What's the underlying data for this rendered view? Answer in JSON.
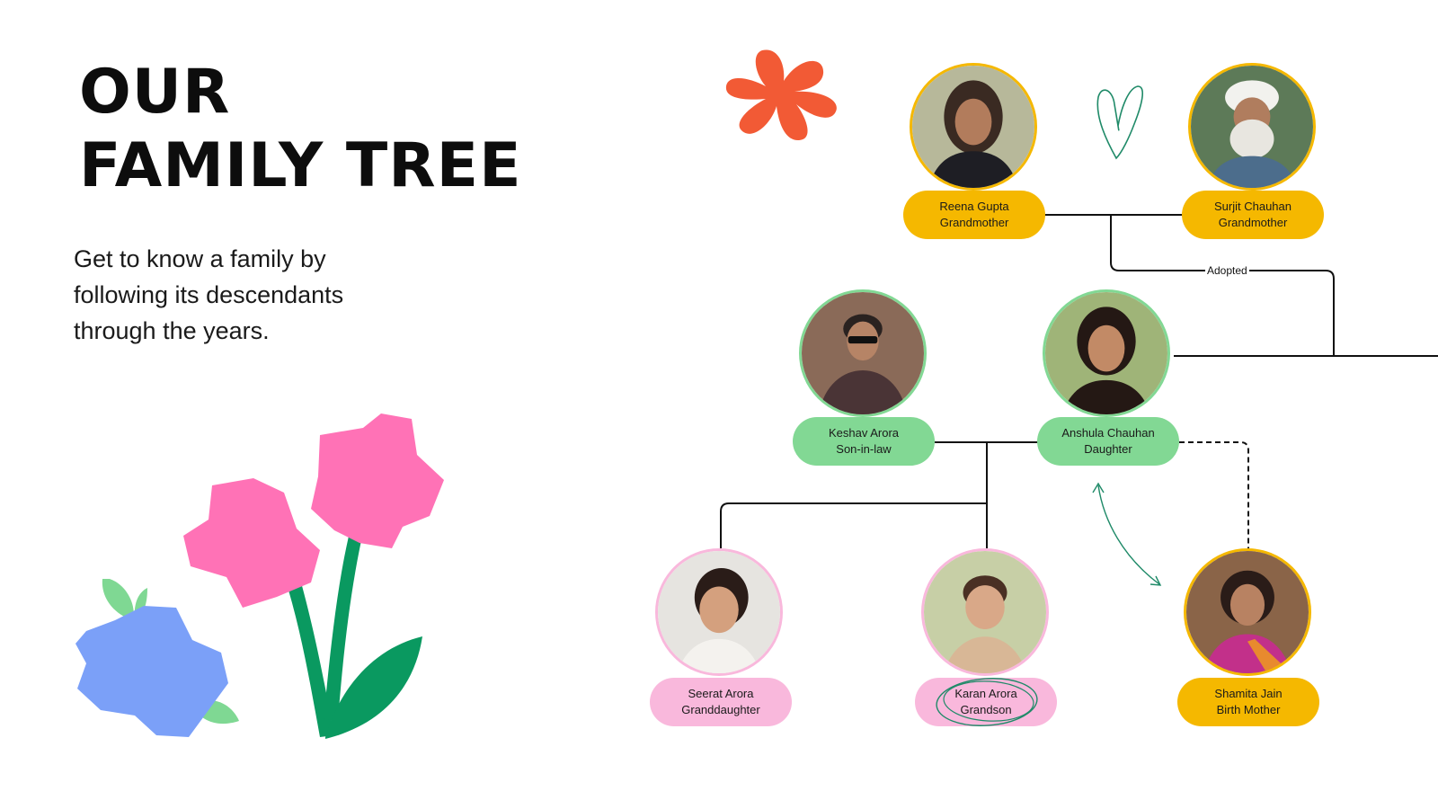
{
  "page": {
    "title_line1": "OUR",
    "title_line2": "FAMILY TREE",
    "subtitle": "Get to know a family by following its descendants through the years."
  },
  "colors": {
    "gold": "#f5b800",
    "green": "#82d894",
    "pink": "#f9b8dc",
    "flower_pink": "#ff72b6",
    "flower_blue": "#7ba0f8",
    "stem_green": "#0a9960",
    "leaf_green": "#7fd893",
    "flower_orange": "#f25a35",
    "heart_green": "#1f8a68"
  },
  "members": {
    "reena": {
      "name": "Reena Gupta",
      "role": "Grandmother",
      "color": "gold"
    },
    "surjit": {
      "name": "Surjit Chauhan",
      "role": "Grandmother",
      "color": "gold"
    },
    "keshav": {
      "name": "Keshav Arora",
      "role": "Son-in-law",
      "color": "green"
    },
    "anshula": {
      "name": "Anshula Chauhan",
      "role": "Daughter",
      "color": "green"
    },
    "seerat": {
      "name": "Seerat Arora",
      "role": "Granddaughter",
      "color": "pink"
    },
    "karan": {
      "name": "Karan Arora",
      "role": "Grandson",
      "color": "pink"
    },
    "shamita": {
      "name": "Shamita Jain",
      "role": "Birth Mother",
      "color": "gold"
    }
  },
  "connectors": {
    "adopted_label": "Adopted"
  },
  "icons": {
    "heart": "heart-icon",
    "flower": "flower-icon"
  }
}
